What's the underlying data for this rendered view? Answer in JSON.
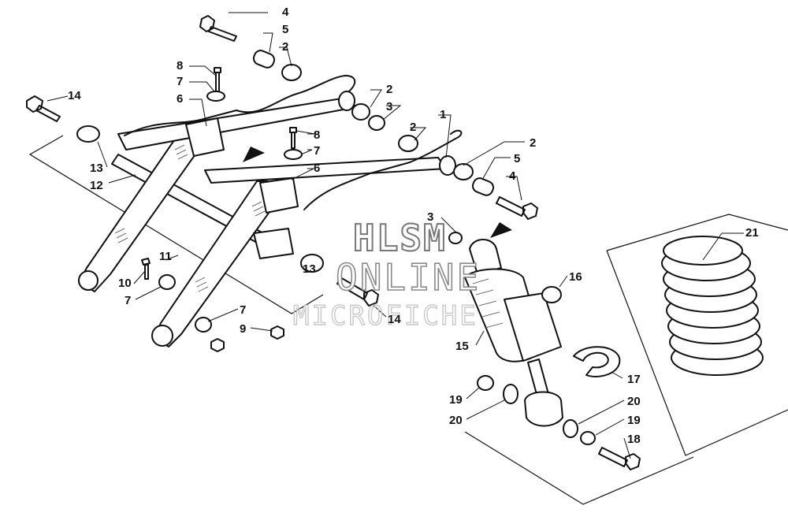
{
  "watermark": {
    "line1": "HLSM",
    "line2": "ONLINE",
    "line3": "MICROFICHE"
  },
  "callouts": [
    {
      "id": "c4a",
      "label": "4"
    },
    {
      "id": "c5a",
      "label": "5"
    },
    {
      "id": "c2a",
      "label": "2"
    },
    {
      "id": "c8a",
      "label": "8"
    },
    {
      "id": "c7a",
      "label": "7"
    },
    {
      "id": "c6a",
      "label": "6"
    },
    {
      "id": "c14a",
      "label": "14"
    },
    {
      "id": "c2b",
      "label": "2"
    },
    {
      "id": "c3a",
      "label": "3"
    },
    {
      "id": "c2c",
      "label": "2"
    },
    {
      "id": "c1",
      "label": "1"
    },
    {
      "id": "c8b",
      "label": "8"
    },
    {
      "id": "c7b",
      "label": "7"
    },
    {
      "id": "c6b",
      "label": "6"
    },
    {
      "id": "c13a",
      "label": "13"
    },
    {
      "id": "c12",
      "label": "12"
    },
    {
      "id": "c2d",
      "label": "2"
    },
    {
      "id": "c5b",
      "label": "5"
    },
    {
      "id": "c4b",
      "label": "4"
    },
    {
      "id": "c3b",
      "label": "3"
    },
    {
      "id": "c21",
      "label": "21"
    },
    {
      "id": "c11",
      "label": "11"
    },
    {
      "id": "c16",
      "label": "16"
    },
    {
      "id": "c10",
      "label": "10"
    },
    {
      "id": "c7c",
      "label": "7"
    },
    {
      "id": "c13b",
      "label": "13"
    },
    {
      "id": "c14b",
      "label": "14"
    },
    {
      "id": "c7d",
      "label": "7"
    },
    {
      "id": "c9",
      "label": "9"
    },
    {
      "id": "c15",
      "label": "15"
    },
    {
      "id": "c17",
      "label": "17"
    },
    {
      "id": "c19a",
      "label": "19"
    },
    {
      "id": "c20a",
      "label": "20"
    },
    {
      "id": "c20b",
      "label": "20"
    },
    {
      "id": "c19b",
      "label": "19"
    },
    {
      "id": "c18",
      "label": "18"
    }
  ]
}
